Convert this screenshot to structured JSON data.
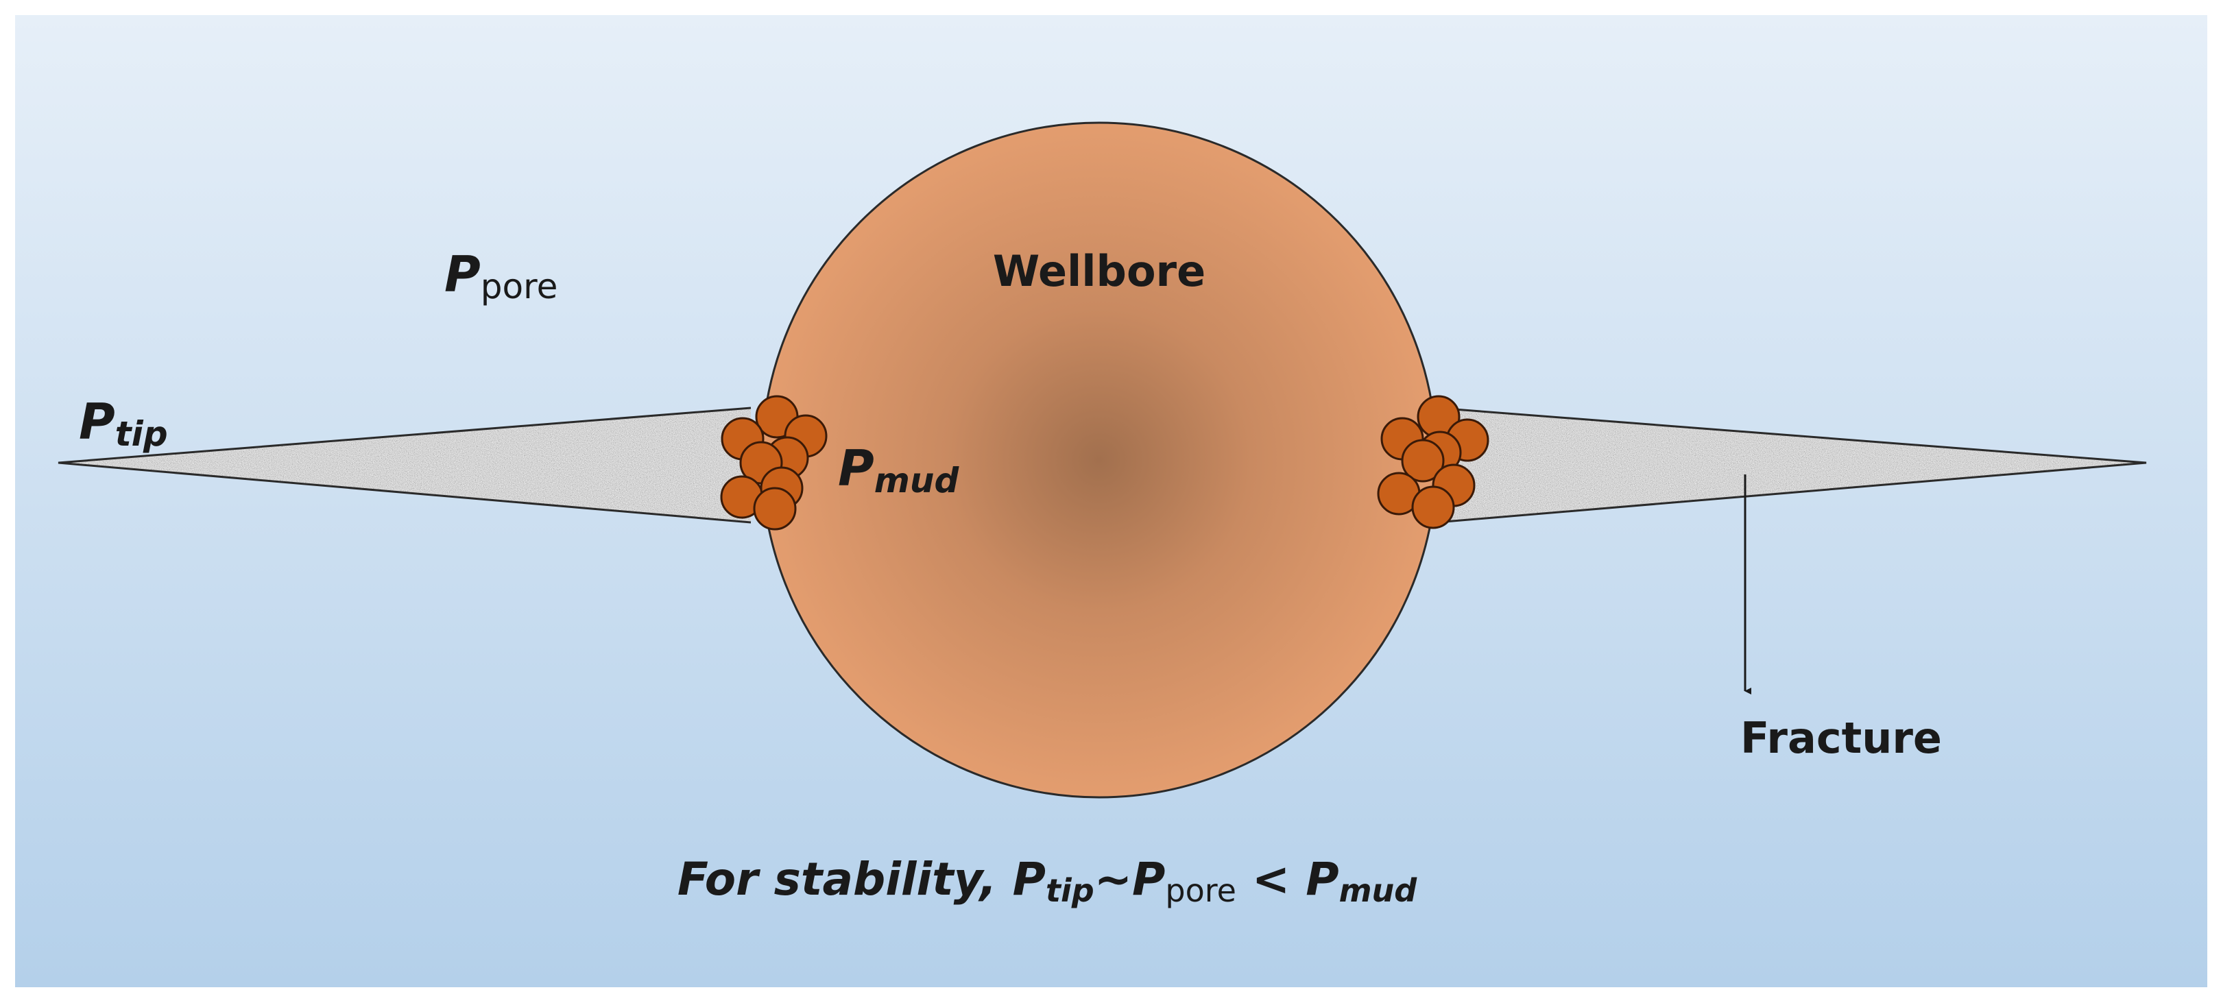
{
  "labels": {
    "wellbore": "Wellbore",
    "fracture": "Fracture",
    "p_pore_main": "P",
    "p_pore_sub": "pore",
    "p_tip_main": "P",
    "p_tip_sub": "tip",
    "p_mud_main": "P",
    "p_mud_sub": "mud"
  },
  "caption": {
    "prefix": "For stability, ",
    "p1_main": "P",
    "p1_sub": "tip",
    "approx": "~",
    "p2_main": "P",
    "p2_sub": "pore",
    "less_than": " < ",
    "p3_main": "P",
    "p3_sub": "mud"
  },
  "colors": {
    "background_top": "#e6eff8",
    "background_bottom": "#b4d0ea",
    "wellbore_center": "#a2704e",
    "wellbore_edge": "#e39d6f",
    "particle_fill": "#c9601a",
    "particle_stroke": "#3a1a08",
    "fracture_fill": "#c8c8c8"
  }
}
